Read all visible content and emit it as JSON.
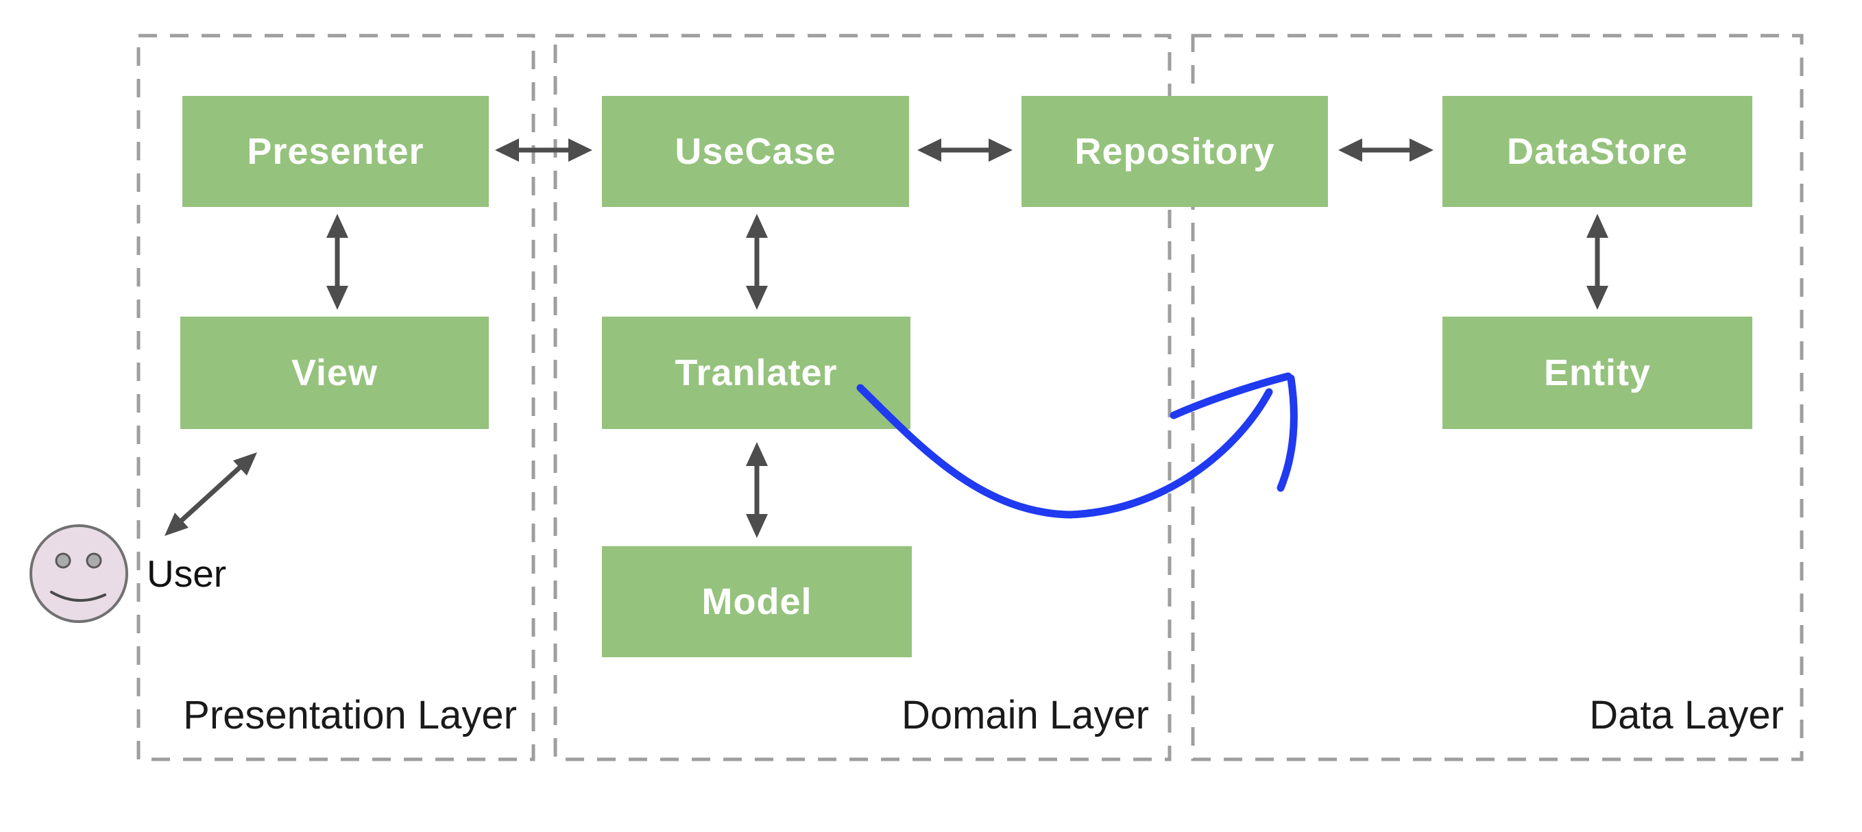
{
  "layers": [
    {
      "name": "presentation",
      "label": "Presentation Layer"
    },
    {
      "name": "domain",
      "label": "Domain Layer"
    },
    {
      "name": "data",
      "label": "Data Layer"
    }
  ],
  "boxes": {
    "presenter": "Presenter",
    "view": "View",
    "usecase": "UseCase",
    "tranlater": "Tranlater",
    "model": "Model",
    "repository": "Repository",
    "datastore": "DataStore",
    "entity": "Entity"
  },
  "actor": {
    "label": "User",
    "icon": "smiley-face-icon"
  },
  "connections": [
    {
      "from": "User",
      "to": "View",
      "style": "gray-double-arrow",
      "direction": "diagonal"
    },
    {
      "from": "Presenter",
      "to": "View",
      "style": "gray-double-arrow",
      "direction": "vertical"
    },
    {
      "from": "Presenter",
      "to": "UseCase",
      "style": "gray-double-arrow",
      "direction": "horizontal"
    },
    {
      "from": "UseCase",
      "to": "Tranlater",
      "style": "gray-double-arrow",
      "direction": "vertical"
    },
    {
      "from": "Tranlater",
      "to": "Model",
      "style": "gray-double-arrow",
      "direction": "vertical"
    },
    {
      "from": "UseCase",
      "to": "Repository",
      "style": "gray-double-arrow",
      "direction": "horizontal"
    },
    {
      "from": "Repository",
      "to": "DataStore",
      "style": "gray-double-arrow",
      "direction": "horizontal"
    },
    {
      "from": "DataStore",
      "to": "Entity",
      "style": "gray-double-arrow",
      "direction": "vertical"
    },
    {
      "from": "Tranlater",
      "to": "Repository",
      "style": "blue-freehand-arrow",
      "direction": "curved"
    }
  ],
  "colors": {
    "box_green": "#95c27d",
    "box_text": "#ffffff",
    "dashed_border": "#9e9e9e",
    "arrow_gray": "#4d4d4d",
    "annotation_blue": "#1f3af0",
    "label_text": "#1a1a1a",
    "face_fill": "#e9dce6",
    "face_stroke": "#717171",
    "background": "#ffffff"
  }
}
